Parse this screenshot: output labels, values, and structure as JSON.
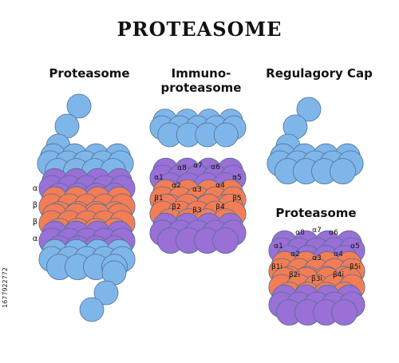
{
  "title": "PROTEASOME",
  "columns": {
    "left": {
      "heading": "Proteasome",
      "ring_labels": [
        "α",
        "β",
        "β",
        "α"
      ]
    },
    "middle": {
      "heading_line1": "Immuno-",
      "heading_line2": "proteasome",
      "subunits": {
        "a1": "α1",
        "a2": "α2",
        "a3": "α3",
        "a4": "α4",
        "a5": "α5",
        "a6": "α6",
        "a7": "α7",
        "a8": "α8",
        "b1": "β1",
        "b2": "β2",
        "b3": "β3",
        "b4": "β4",
        "b5": "β5"
      }
    },
    "right_top": {
      "heading": "Regulagory Cap"
    },
    "right_bottom": {
      "heading": "Proteasome",
      "subunits": {
        "a1": "α1",
        "a2": "α2",
        "a3": "α3",
        "a4": "α4",
        "a5": "α5",
        "a6": "α6",
        "a7": "α7",
        "a8": "α8",
        "b1": "β1i",
        "b2": "β2i",
        "b3": "β3i",
        "b4": "β4i",
        "b5": "β5i"
      }
    }
  },
  "colors": {
    "blue": "#7fb6ea",
    "purple": "#9a6fd6",
    "orange": "#f47d55",
    "outline": "#4f6f93"
  },
  "stock_id": "1677922772"
}
